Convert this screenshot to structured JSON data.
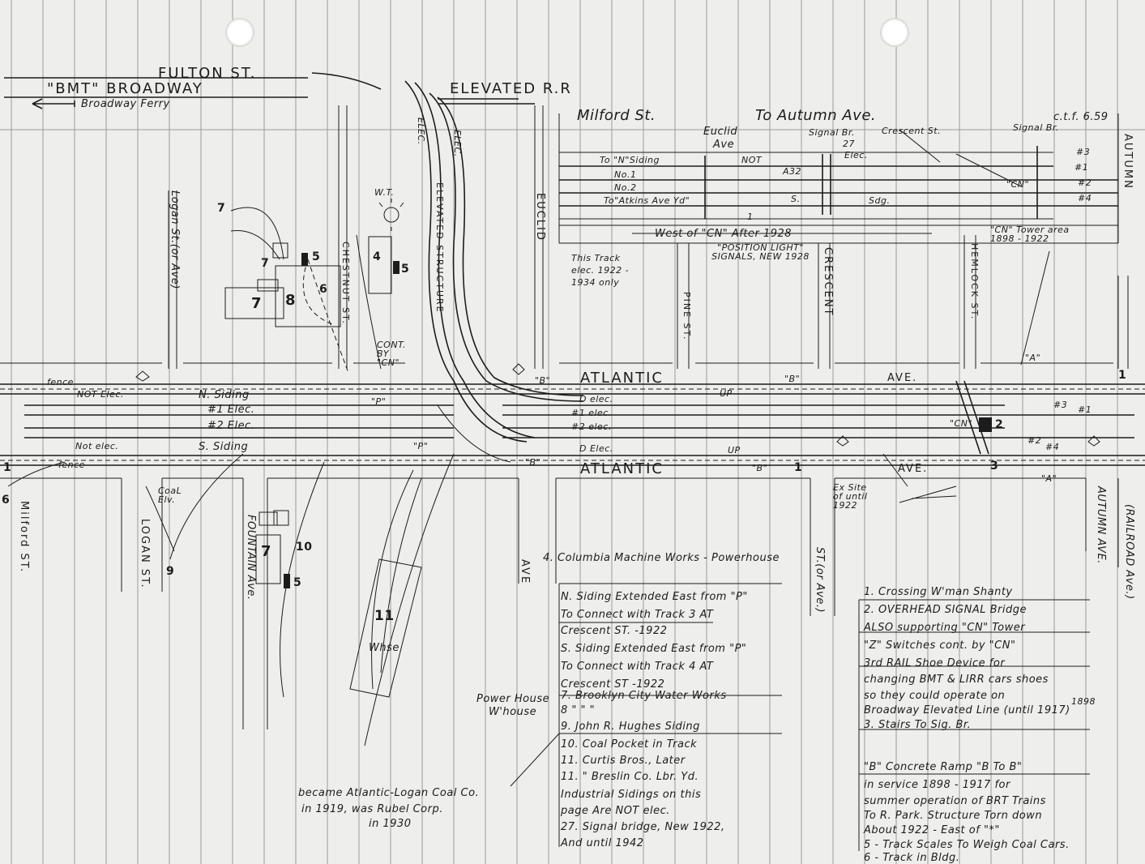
{
  "streets": {
    "fulton": "FULTON ST.",
    "bmt": "\"BMT\" BROADWAY",
    "elevated": "ELEVATED R.R",
    "ferry": "Broadway Ferry",
    "milford_top": "Milford St.",
    "to_autumn": "To Autumn Ave.",
    "ref": "c.t.f. 6.59",
    "autumn_top": "AUTUMN",
    "logan_top": "Logan St.(or Ave)",
    "chestnut": "CHESTNUT ST.",
    "elevated_structure": "ELEVATED STRUCTURE",
    "elec_vert": "ELEC.",
    "elec_vert2": "ELEC.",
    "euclid_vert": "EUCLID",
    "pine": "PINE ST.",
    "crescent_vert": "CRESCENT",
    "hemlock": "HEMLOCK ST.",
    "atlantic_n": "ATLANTIC",
    "atlantic_s": "ATLANTIC",
    "ave_n": "AVE.",
    "ave_s": "AVE.",
    "milford_bottom": "Milford ST.",
    "logan_bottom": "LOGAN ST.",
    "fountain": "FOUNTAIN Ave.",
    "ave_euclid": "AVE",
    "st_or_ave": "ST.(or Ave.)",
    "autumn_bottom": "AUTUMN AVE.",
    "railroad_ave": "(RAILROAD Ave.)"
  },
  "tower": {
    "euclid": "Euclid",
    "euclid_ave": "Ave",
    "not": "NOT",
    "to_n_siding": "To \"N\"Siding",
    "no1": "No.1",
    "no2": "No.2",
    "to_atkins": "To\"Atkins Ave Yd\"",
    "s": "S.",
    "signal_br": "Signal Br.",
    "n27": "27",
    "elec27": "Elec.",
    "crescent": "Crescent St.",
    "signal_br2": "Signal Br.",
    "a32": "A32",
    "sdg": "Sdg.",
    "t3": "#3",
    "t1": "#1",
    "t2": "#2",
    "t4": "#4",
    "cn": "\"CN\"",
    "n1": "1",
    "west_cn": "West of \"CN\" After 1928",
    "position_light": "\"POSITION LIGHT\" SIGNALS, NEW 1928",
    "cn_tower_area": "\"CN\" Tower area 1898 - 1922",
    "this_track": "This Track elec. 1922 - 1934 only"
  },
  "tracks": {
    "fence_n": "fence",
    "fence_s": "fence",
    "not_elec_n": "NOT Elec.",
    "not_elec_s": "Not elec.",
    "n_siding": "N. Siding",
    "t1_elec": "#1 Elec.",
    "t2_elec": "#2 Elec.",
    "s_siding": "S. Siding",
    "p1": "\"P\"",
    "p2": "\"P\"",
    "b1": "\"B\"",
    "b2": "\"B\"",
    "b3": "\"B\"",
    "b4": "\"B\"",
    "a1": "\"A\"",
    "a2": "\"A\"",
    "t1_elec_e": "#1 elec.",
    "t2_elec_e": "#2 elec.",
    "d_elec_n": "D elec.",
    "d_elec_s": "D Elec.",
    "up_n": "UP",
    "up_s": "UP",
    "cn_label": "\"CN\"",
    "cont_cn": "CONT. BY \"CN\"",
    "t3e": "#3",
    "t1e": "#1",
    "t2e": "#2",
    "t4e": "#4",
    "ex_site": "Ex Site of until 1922",
    "coal_elv": "CoaL Elv.",
    "whse": "Whse",
    "wt": "W.T."
  },
  "legend_mid": {
    "l4": "4. Columbia Machine Works - Powerhouse",
    "n_siding": "N. Siding Extended East from \"P\"",
    "n_siding2": "To Connect with Track 3 AT",
    "n_siding3": "Crescent ST. -1922",
    "s_siding": "S. Siding Extended East from \"P\"",
    "s_siding2": "To Connect with Track 4 AT",
    "s_siding3": "Crescent ST -1922",
    "power_house": "Power House",
    "whouse": "W'house",
    "l7": "7. Brooklyn City Water Works",
    "l8": "8 \" \" \"",
    "l9": "9. John R. Hughes Siding",
    "l10": "10. Coal Pocket in Track",
    "l11a": "11. Curtis Bros., Later",
    "l11b": "11. \" Breslin Co. Lbr. Yd.",
    "ind": "Industrial Sidings on this",
    "ind2": "page Are NOT elec.",
    "l27": "27. Signal bridge, New 1922,",
    "l27b": "And until 1942",
    "became": "became Atlantic-Logan Coal Co.",
    "became2": "in 1919, was Rubel Corp.",
    "became3": "in 1930"
  },
  "legend_right": {
    "l1": "1. Crossing W'man Shanty",
    "l2": "2. OVERHEAD SIGNAL Bridge",
    "l2b": "ALSO supporting \"CN\" Tower",
    "lz": "\"Z\" Switches cont. by \"CN\"",
    "lstar": "3rd RAIL Shoe Device for",
    "lstar2": "changing BMT & LIRR cars shoes",
    "lstar3": "so they could operate on",
    "lstar4": "Broadway Elevated Line (until 1917)",
    "y1898": "1898",
    "l3": "3. Stairs To Sig. Br.",
    "lb": "\"B\" Concrete Ramp \"B To B\"",
    "lb2": "in service 1898 - 1917 for",
    "lb3": "summer operation of BRT Trains",
    "lb4": "To R. Park. Structure Torn down",
    "lb5": "About 1922 - East of \"*\"",
    "l5": "5 - Track Scales To Weigh Coal Cars.",
    "l6": "6 - Track in Bldg."
  },
  "numbers": {
    "n4": "4",
    "n5a": "5",
    "n5b": "5",
    "n6": "6",
    "n7a": "7",
    "n7b": "7",
    "n7c": "7",
    "n8": "8",
    "n11": "11",
    "n10": "10",
    "n5c": "5",
    "n7d": "7",
    "n1a": "1",
    "n1b": "1",
    "n2": "2",
    "n3": "3",
    "n6b": "6",
    "n9": "9",
    "n1c": "1"
  }
}
